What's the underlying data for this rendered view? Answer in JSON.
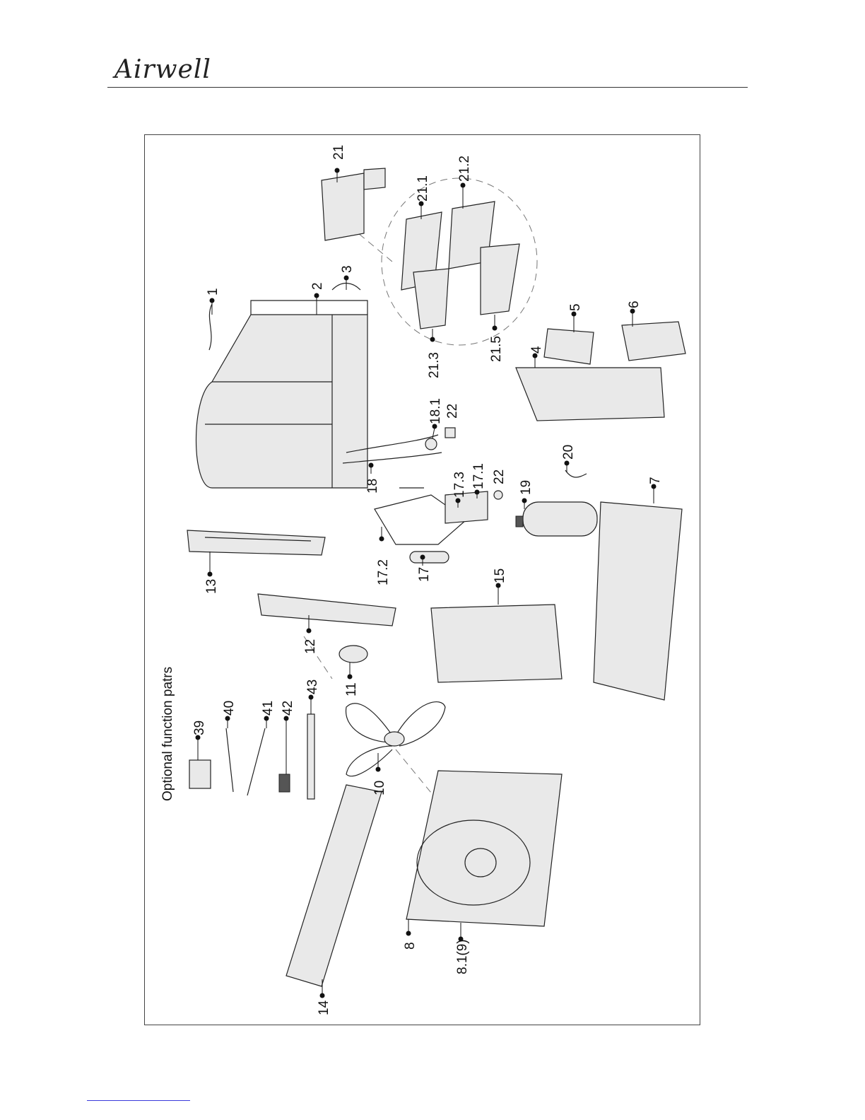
{
  "header": {
    "brand": "Airwell"
  },
  "diagram": {
    "optional_heading": "Optional function patrs",
    "labels": {
      "p1": "1",
      "p2": "2",
      "p3": "3",
      "p4": "4",
      "p5": "5",
      "p6": "6",
      "p7": "7",
      "p8": "8",
      "p8_1": "8.1(9)",
      "p10": "10",
      "p11": "11",
      "p12": "12",
      "p13": "13",
      "p14": "14",
      "p15": "15",
      "p17": "17",
      "p17_1": "17.1",
      "p17_2": "17.2",
      "p17_3": "17.3",
      "p18": "18",
      "p18_1": "18.1",
      "p19": "19",
      "p20": "20",
      "p21": "21",
      "p21_1": "21.1",
      "p21_2": "21.2",
      "p21_3": "21.3",
      "p21_5": "21.5",
      "p22a": "22",
      "p22b": "22",
      "p39": "39",
      "p40": "40",
      "p41": "41",
      "p42": "42",
      "p43": "43"
    }
  }
}
